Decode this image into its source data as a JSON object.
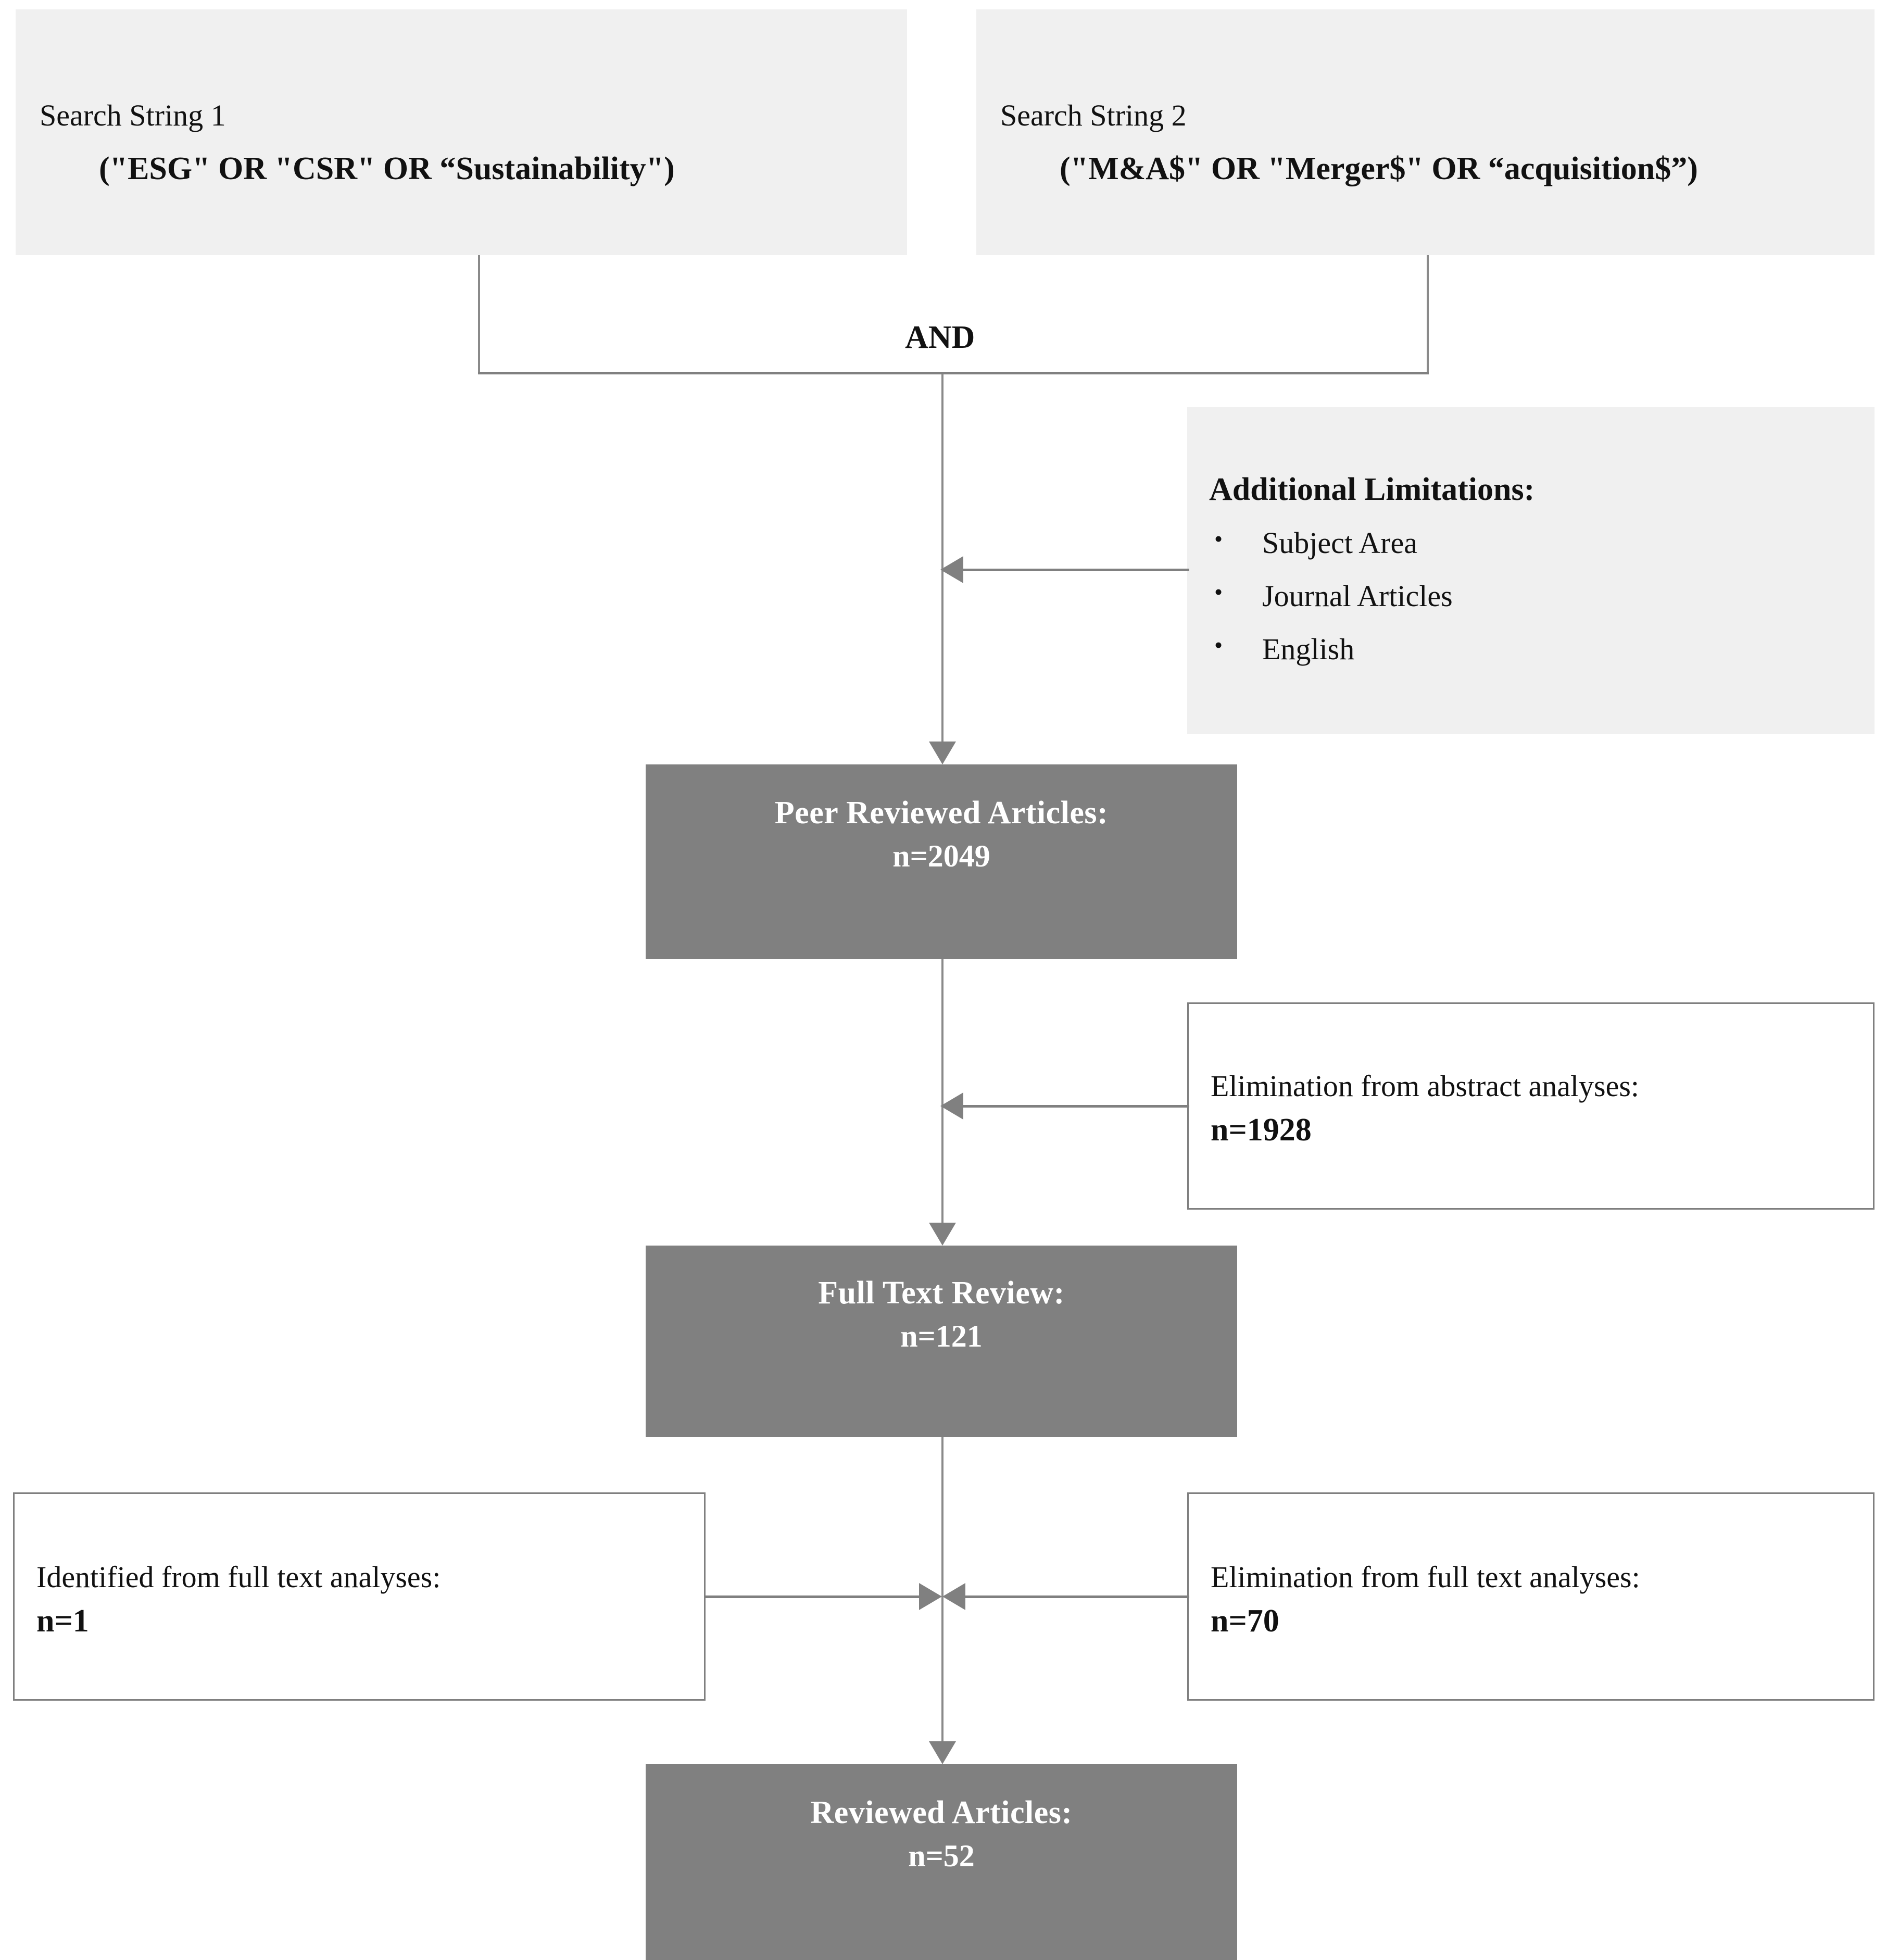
{
  "diagram": {
    "title": "PRISMA-style literature selection flow diagram",
    "colors": {
      "light_box_fill": "#f0f0f0",
      "filled_box_fill": "#808080",
      "filled_box_text": "#ffffff",
      "connector": "#808080",
      "outline_border": "#7f7f7f",
      "page_background": "#ffffff"
    }
  },
  "search_string_1": {
    "label": "Search String 1",
    "query": "(\"ESG\" OR \"CSR\" OR “Sustainability\")"
  },
  "search_string_2": {
    "label": "Search String 2",
    "query": "(\"M&A$\" OR \"Merger$\" OR “acquisition$”)"
  },
  "operator": {
    "label": "AND"
  },
  "additional_limitations": {
    "heading": "Additional Limitations:",
    "items": [
      "Subject Area",
      "Journal Articles",
      "English"
    ]
  },
  "peer_reviewed": {
    "title": "Peer Reviewed Articles:",
    "count": "n=2049"
  },
  "elimination_abstract": {
    "title": "Elimination from abstract analyses:",
    "count": "n=1928"
  },
  "full_text_review": {
    "title": "Full Text Review:",
    "count": "n=121"
  },
  "identified_full_text": {
    "title": "Identified from full text analyses:",
    "count": "n=1"
  },
  "elimination_full_text": {
    "title": "Elimination from full text analyses:",
    "count": "n=70"
  },
  "reviewed_articles": {
    "title": "Reviewed Articles:",
    "count": "n=52"
  }
}
